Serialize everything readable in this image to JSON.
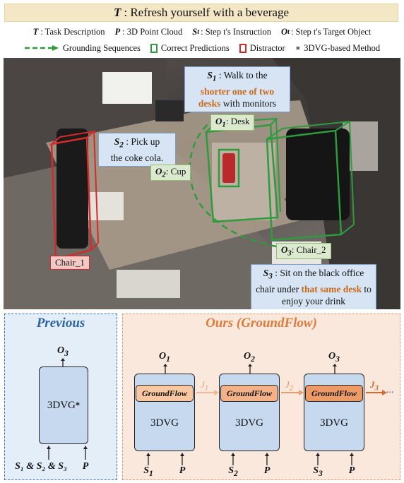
{
  "header": {
    "task_symbol": "T",
    "task_text": ": Refresh yourself with a beverage"
  },
  "legend_row1": [
    {
      "sym": "T",
      "text": ": Task Description"
    },
    {
      "sym": "P",
      "text": ": 3D Point Cloud"
    },
    {
      "sym": "S",
      "sub": "t",
      "text": ": Step t's Instruction"
    },
    {
      "sym": "O",
      "sub": "t",
      "text": ": Step t's Target Object"
    }
  ],
  "legend_row2": {
    "grounding": "Grounding Sequences",
    "correct": "Correct Predictions",
    "distractor": "Distractor",
    "method_mark": "∗",
    "method": "3DVG-based Method"
  },
  "colors": {
    "correct": "#2e9b3c",
    "distractor": "#d42a2a",
    "highlight": "#c96a1c",
    "callout_bg": "#d6e4f3",
    "label_bg": "#dbe9cf",
    "previous_title": "#2d64a8",
    "ours_title": "#e07a3a"
  },
  "scene": {
    "s1": {
      "sym": "S",
      "sub": "1",
      "pre": ": Walk to the",
      "hl": "shorter one of  two desks",
      "post": "with monitors"
    },
    "s2": {
      "sym": "S",
      "sub": "2",
      "pre": ": Pick up",
      "post": "the coke cola."
    },
    "s3": {
      "sym": "S",
      "sub": "3",
      "pre": ": Sit on the black office chair under",
      "hl": "that same desk",
      "post": "to enjoy your drink"
    },
    "o1": {
      "sym": "O",
      "sub": "1",
      "text": ": Desk"
    },
    "o2": {
      "sym": "O",
      "sub": "2",
      "text": ": Cup"
    },
    "o3": {
      "sym": "O",
      "sub": "3",
      "text": ": Chair_2"
    },
    "distractor_label": "Chair_1"
  },
  "previous": {
    "title": "Previous",
    "model": "3DVG",
    "star": "*",
    "output": {
      "sym": "O",
      "sub": "3"
    },
    "input_s": "S₁ & S₂ & S₃",
    "input_p": "P"
  },
  "ours": {
    "title": "Ours (GroundFlow)",
    "module": "GroundFlow",
    "model": "3DVG",
    "steps": [
      {
        "out": "O",
        "out_sub": "1",
        "in_s": "S",
        "in_sub": "1",
        "in_p": "P",
        "flow": "J",
        "flow_sub": "1"
      },
      {
        "out": "O",
        "out_sub": "2",
        "in_s": "S",
        "in_sub": "2",
        "in_p": "P",
        "flow": "J",
        "flow_sub": "2"
      },
      {
        "out": "O",
        "out_sub": "3",
        "in_s": "S",
        "in_sub": "3",
        "in_p": "P",
        "flow": "J",
        "flow_sub": "3"
      }
    ],
    "ellipsis": "..."
  }
}
